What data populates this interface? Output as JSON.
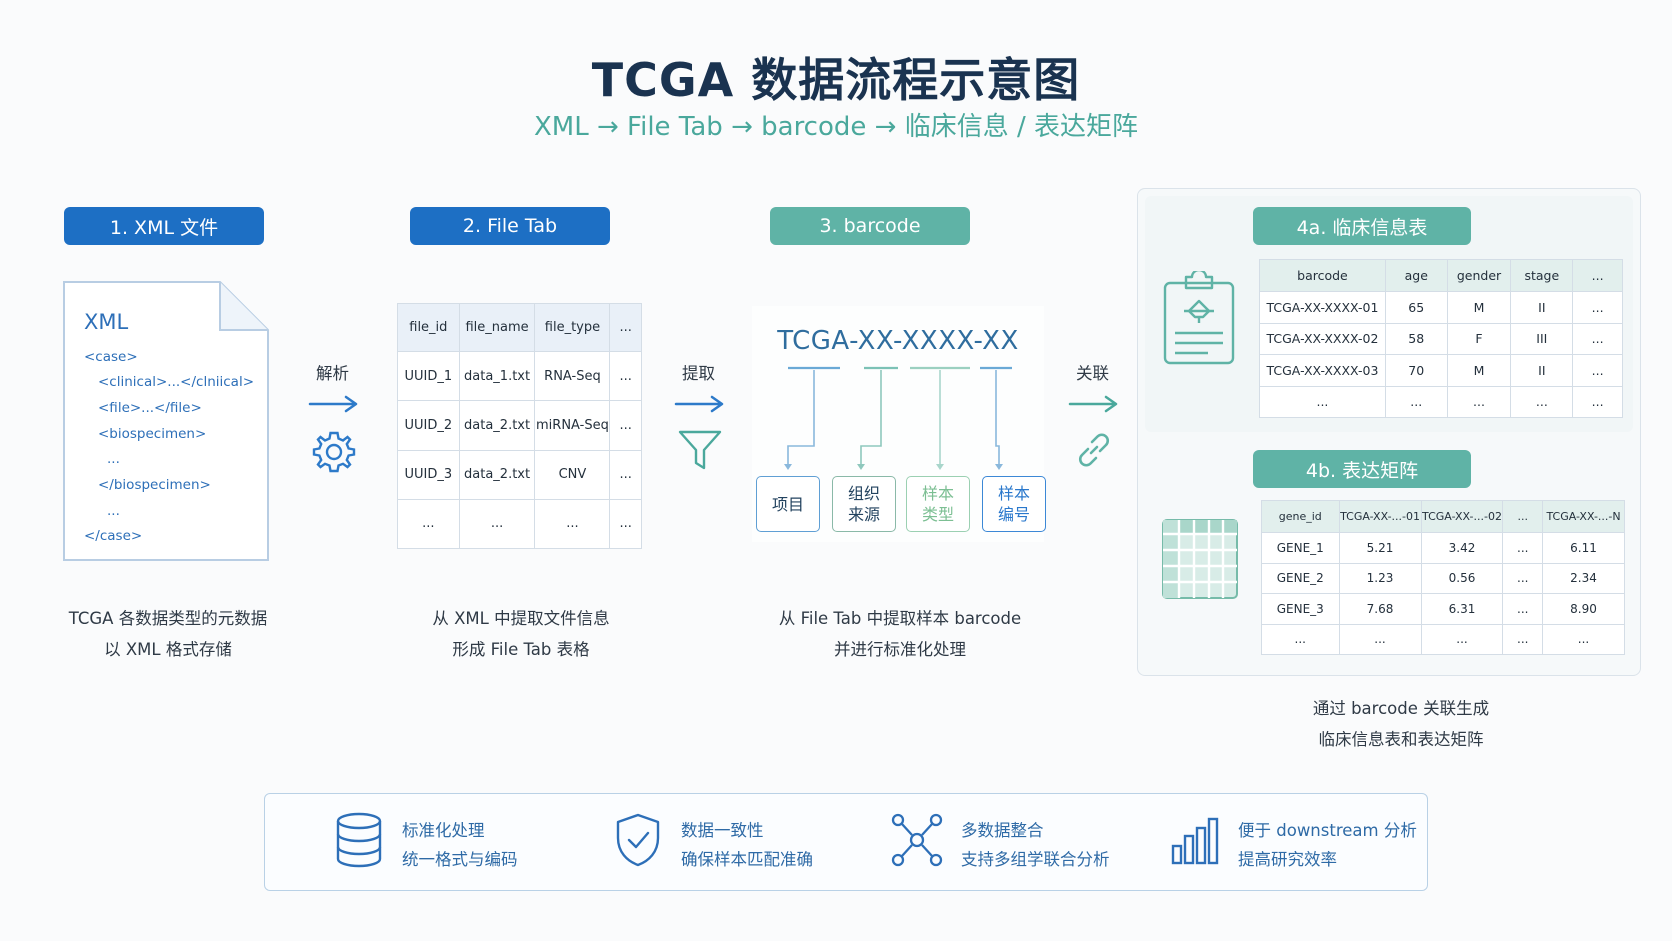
{
  "header": {
    "title": "TCGA 数据流程示意图",
    "subtitle": "XML → File Tab → barcode → 临床信息 / 表达矩阵"
  },
  "steps": {
    "xml": "1. XML 文件",
    "filetab": "2. File Tab",
    "barcode": "3. barcode",
    "clinical": "4a. 临床信息表",
    "expression": "4b. 表达矩阵"
  },
  "xml_doc": {
    "title": "XML",
    "lines": [
      "<case>",
      "<clinical>...</clniical>",
      "<file>...</file>",
      "<biospecimen>",
      "...",
      "</biospecimen>",
      "...",
      "</case>"
    ]
  },
  "arrows": {
    "parse": "解析",
    "extract": "提取",
    "link": "关联"
  },
  "file_tab": {
    "headers": [
      "file_id",
      "file_name",
      "file_type",
      "..."
    ],
    "rows": [
      [
        "UUID_1",
        "data_1.txt",
        "RNA-Seq",
        "..."
      ],
      [
        "UUID_2",
        "data_2.txt",
        "miRNA-Seq",
        "..."
      ],
      [
        "UUID_3",
        "data_2.txt",
        "CNV",
        "..."
      ],
      [
        "...",
        "...",
        "...",
        "..."
      ]
    ]
  },
  "barcode": {
    "code": "TCGA-XX-XXXX-XX",
    "segments": [
      {
        "l1": "项目",
        "l2": ""
      },
      {
        "l1": "组织",
        "l2": "来源"
      },
      {
        "l1": "样本",
        "l2": "类型"
      },
      {
        "l1": "样本",
        "l2": "编号"
      }
    ]
  },
  "clinical_table": {
    "headers": [
      "barcode",
      "age",
      "gender",
      "stage",
      "..."
    ],
    "rows": [
      [
        "TCGA-XX-XXXX-01",
        "65",
        "M",
        "II",
        "..."
      ],
      [
        "TCGA-XX-XXXX-02",
        "58",
        "F",
        "III",
        "..."
      ],
      [
        "TCGA-XX-XXXX-03",
        "70",
        "M",
        "II",
        "..."
      ],
      [
        "...",
        "...",
        "...",
        "...",
        "..."
      ]
    ]
  },
  "expression_table": {
    "headers": [
      "gene_id",
      "TCGA-XX-...-01",
      "TCGA-XX-...-02",
      "...",
      "TCGA-XX-...-N"
    ],
    "rows": [
      [
        "GENE_1",
        "5.21",
        "3.42",
        "...",
        "6.11"
      ],
      [
        "GENE_2",
        "1.23",
        "0.56",
        "...",
        "2.34"
      ],
      [
        "GENE_3",
        "7.68",
        "6.31",
        "...",
        "8.90"
      ],
      [
        "...",
        "...",
        "...",
        "...",
        "..."
      ]
    ]
  },
  "captions": {
    "xml": [
      "TCGA 各数据类型的元数据",
      "以 XML 格式存储"
    ],
    "filetab": [
      "从 XML 中提取文件信息",
      "形成 File Tab 表格"
    ],
    "barcode": [
      "从 File Tab 中提取样本 barcode",
      "并进行标准化处理"
    ],
    "result": [
      "通过 barcode 关联生成",
      "临床信息表和表达矩阵"
    ]
  },
  "features": [
    {
      "icon": "database-icon",
      "l1": "标准化处理",
      "l2": "统一格式与编码"
    },
    {
      "icon": "shield-check-icon",
      "l1": "数据一致性",
      "l2": "确保样本匹配准确"
    },
    {
      "icon": "network-icon",
      "l1": "多数据整合",
      "l2": "支持多组学联合分析"
    },
    {
      "icon": "bar-chart-icon",
      "l1": "便于 downstream 分析",
      "l2": "提高研究效率"
    }
  ],
  "colors": {
    "primary_blue": "#1d6fc4",
    "teal": "#5fb3a6",
    "title": "#1a3350",
    "subtitle": "#4aa89c"
  }
}
